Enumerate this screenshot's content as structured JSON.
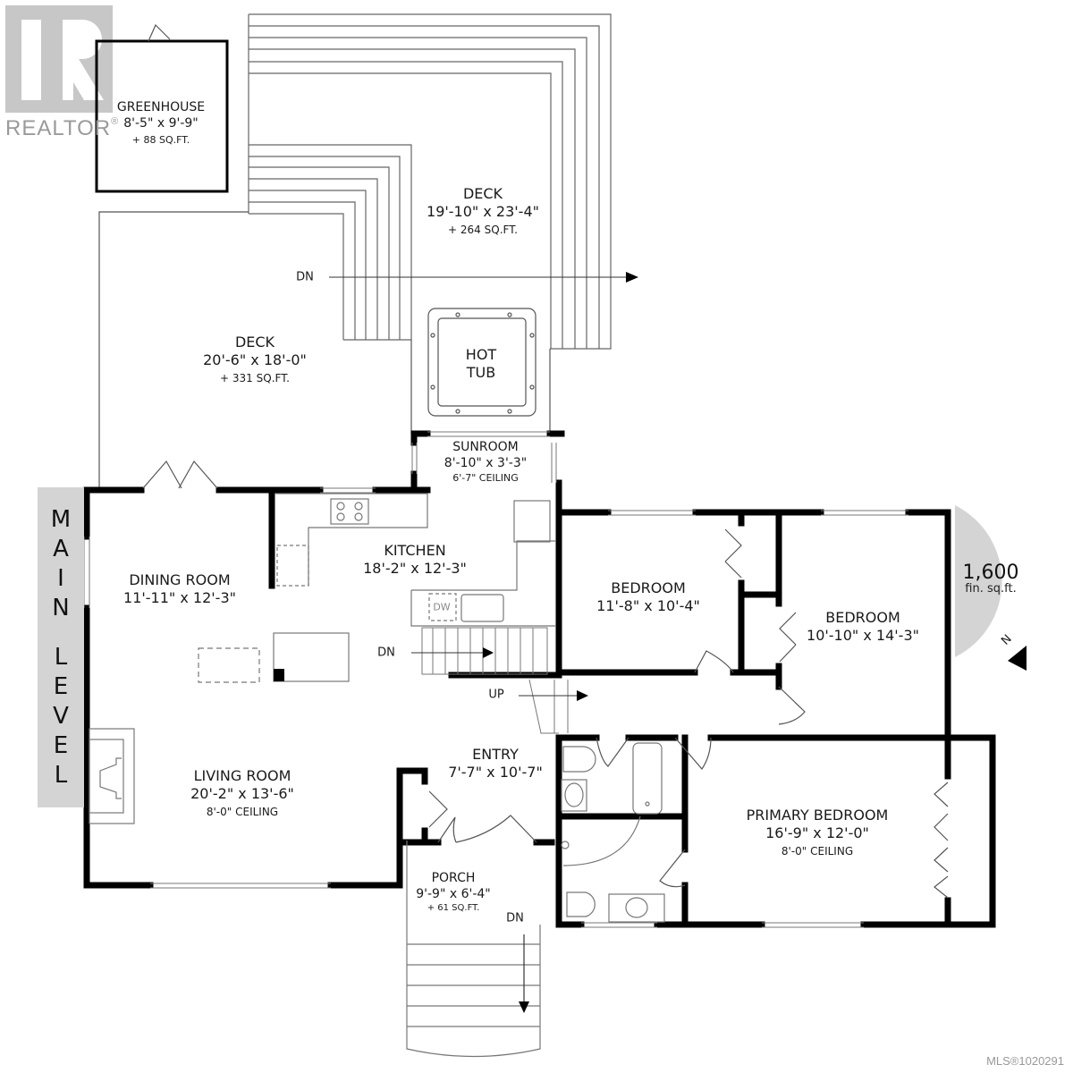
{
  "watermark": {
    "brand": "REALTOR",
    "mark": "®",
    "mls_id": "MLS®1020291"
  },
  "level": {
    "label_top": [
      "M",
      "A",
      "I",
      "N"
    ],
    "label_bottom": [
      "L",
      "E",
      "V",
      "E",
      "L"
    ]
  },
  "summary": {
    "finished_sqft": "1,600",
    "unit": "fin. sq.ft.",
    "north": "N"
  },
  "colors": {
    "wall": "#000000",
    "line": "#555555",
    "panel": "#d4d4d4",
    "watermark": "#9a9a9a"
  },
  "rooms": {
    "greenhouse": {
      "name": "GREENHOUSE",
      "dims": "8'-5\" x 9'-9\"",
      "note": "+ 88 SQ.FT."
    },
    "deck_upper": {
      "name": "DECK",
      "dims": "19'-10\" x 23'-4\"",
      "note": "+ 264 SQ.FT."
    },
    "deck_lower": {
      "name": "DECK",
      "dims": "20'-6\" x 18'-0\"",
      "note": "+ 331 SQ.FT."
    },
    "hot_tub": {
      "line1": "HOT",
      "line2": "TUB"
    },
    "sunroom": {
      "name": "SUNROOM",
      "dims": "8'-10\" x 3'-3\"",
      "note": "6'-7\" CEILING"
    },
    "kitchen": {
      "name": "KITCHEN",
      "dims": "18'-2\" x 12'-3\"",
      "dw": "DW"
    },
    "dining": {
      "name": "DINING ROOM",
      "dims": "11'-11\" x 12'-3\""
    },
    "living": {
      "name": "LIVING ROOM",
      "dims": "20'-2\" x 13'-6\"",
      "note": "8'-0\" CEILING"
    },
    "entry": {
      "name": "ENTRY",
      "dims": "7'-7\" x 10'-7\""
    },
    "porch": {
      "name": "PORCH",
      "dims": "9'-9\" x 6'-4\"",
      "note": "+ 61 SQ.FT."
    },
    "bedroom1": {
      "name": "BEDROOM",
      "dims": "11'-8\" x 10'-4\""
    },
    "bedroom2": {
      "name": "BEDROOM",
      "dims": "10'-10\" x 14'-3\""
    },
    "primary": {
      "name": "PRIMARY BEDROOM",
      "dims": "16'-9\" x 12'-0\"",
      "note": "8'-0\" CEILING"
    }
  },
  "stairs": {
    "deck_dn": "DN",
    "kitchen_dn": "DN",
    "hall_up": "UP",
    "porch_dn": "DN"
  }
}
